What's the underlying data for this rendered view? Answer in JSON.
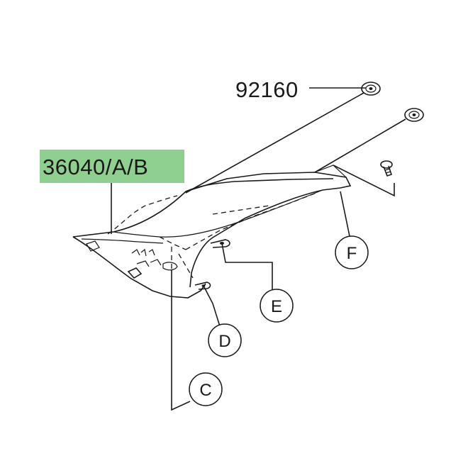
{
  "parts": {
    "grommet": "92160",
    "cover": "36040/A/B"
  },
  "highlight_color": "#8fcf8f",
  "callouts": {
    "c": "C",
    "d": "D",
    "e": "E",
    "f": "F"
  }
}
